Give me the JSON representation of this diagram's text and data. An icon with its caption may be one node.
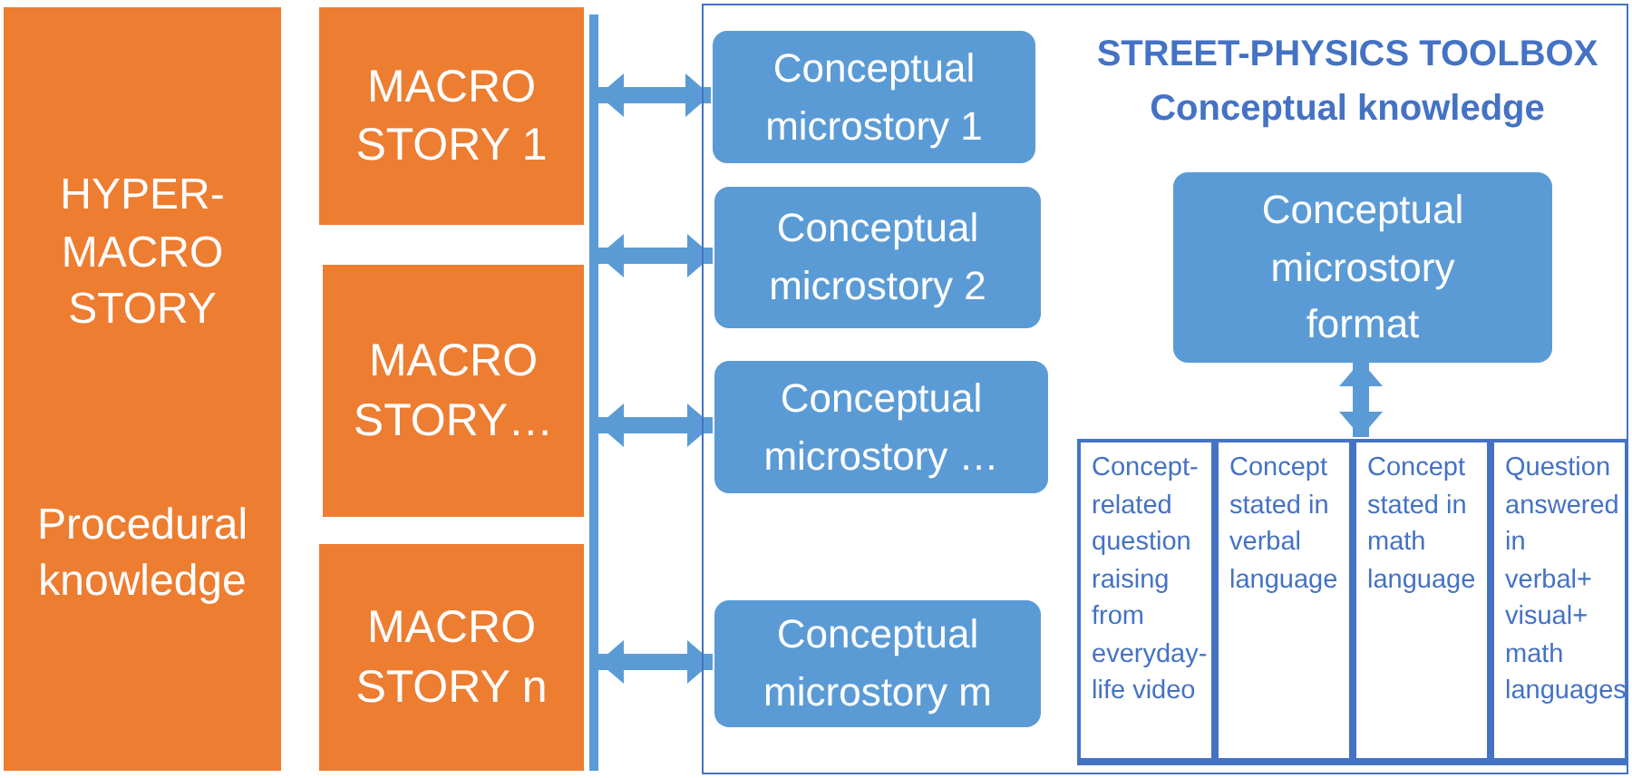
{
  "diagram": {
    "nodes": [
      {
        "text": [
          "HYPER-MACRO STORY",
          "Procedural knowledge"
        ]
      },
      {
        "text": [
          "MACRO STORY 1"
        ]
      },
      {
        "text": [
          "MACRO STORY…"
        ]
      },
      {
        "text": [
          "MACRO STORY n"
        ]
      },
      {
        "text": [],
        "shape": "bar"
      },
      {
        "text": [
          "STREET-PHYSICS TOOLBOX",
          "Conceptual knowledge"
        ]
      },
      {
        "text": [
          "Conceptual microstory 1"
        ],
        "in": 5
      },
      {
        "text": [
          "Conceptual microstory 2"
        ],
        "in": 5
      },
      {
        "text": [
          "Conceptual microstory …"
        ],
        "in": 5
      },
      {
        "text": [
          "Conceptual microstory m"
        ],
        "in": 5
      },
      {
        "text": [
          "Conceptual microstory format"
        ],
        "in": 5
      },
      {
        "text": [],
        "shape": "box",
        "in": 5
      },
      {
        "text": [
          "Concept-related question raising from everyday-life video"
        ],
        "in": 11
      },
      {
        "text": [
          "Concept stated in verbal language"
        ],
        "in": 11
      },
      {
        "text": [
          "Concept stated in math language"
        ],
        "in": 11
      },
      {
        "text": [
          "Question answered in verbal+ visual+ math languages"
        ],
        "in": 11
      }
    ],
    "edges": [
      {
        "from": 4,
        "to": 6,
        "arrow": "both"
      },
      {
        "from": 4,
        "to": 7,
        "arrow": "both"
      },
      {
        "from": 4,
        "to": 8,
        "arrow": "both"
      },
      {
        "from": 4,
        "to": 9,
        "arrow": "both"
      },
      {
        "from": 10,
        "to": 11,
        "arrow": "both"
      }
    ]
  }
}
